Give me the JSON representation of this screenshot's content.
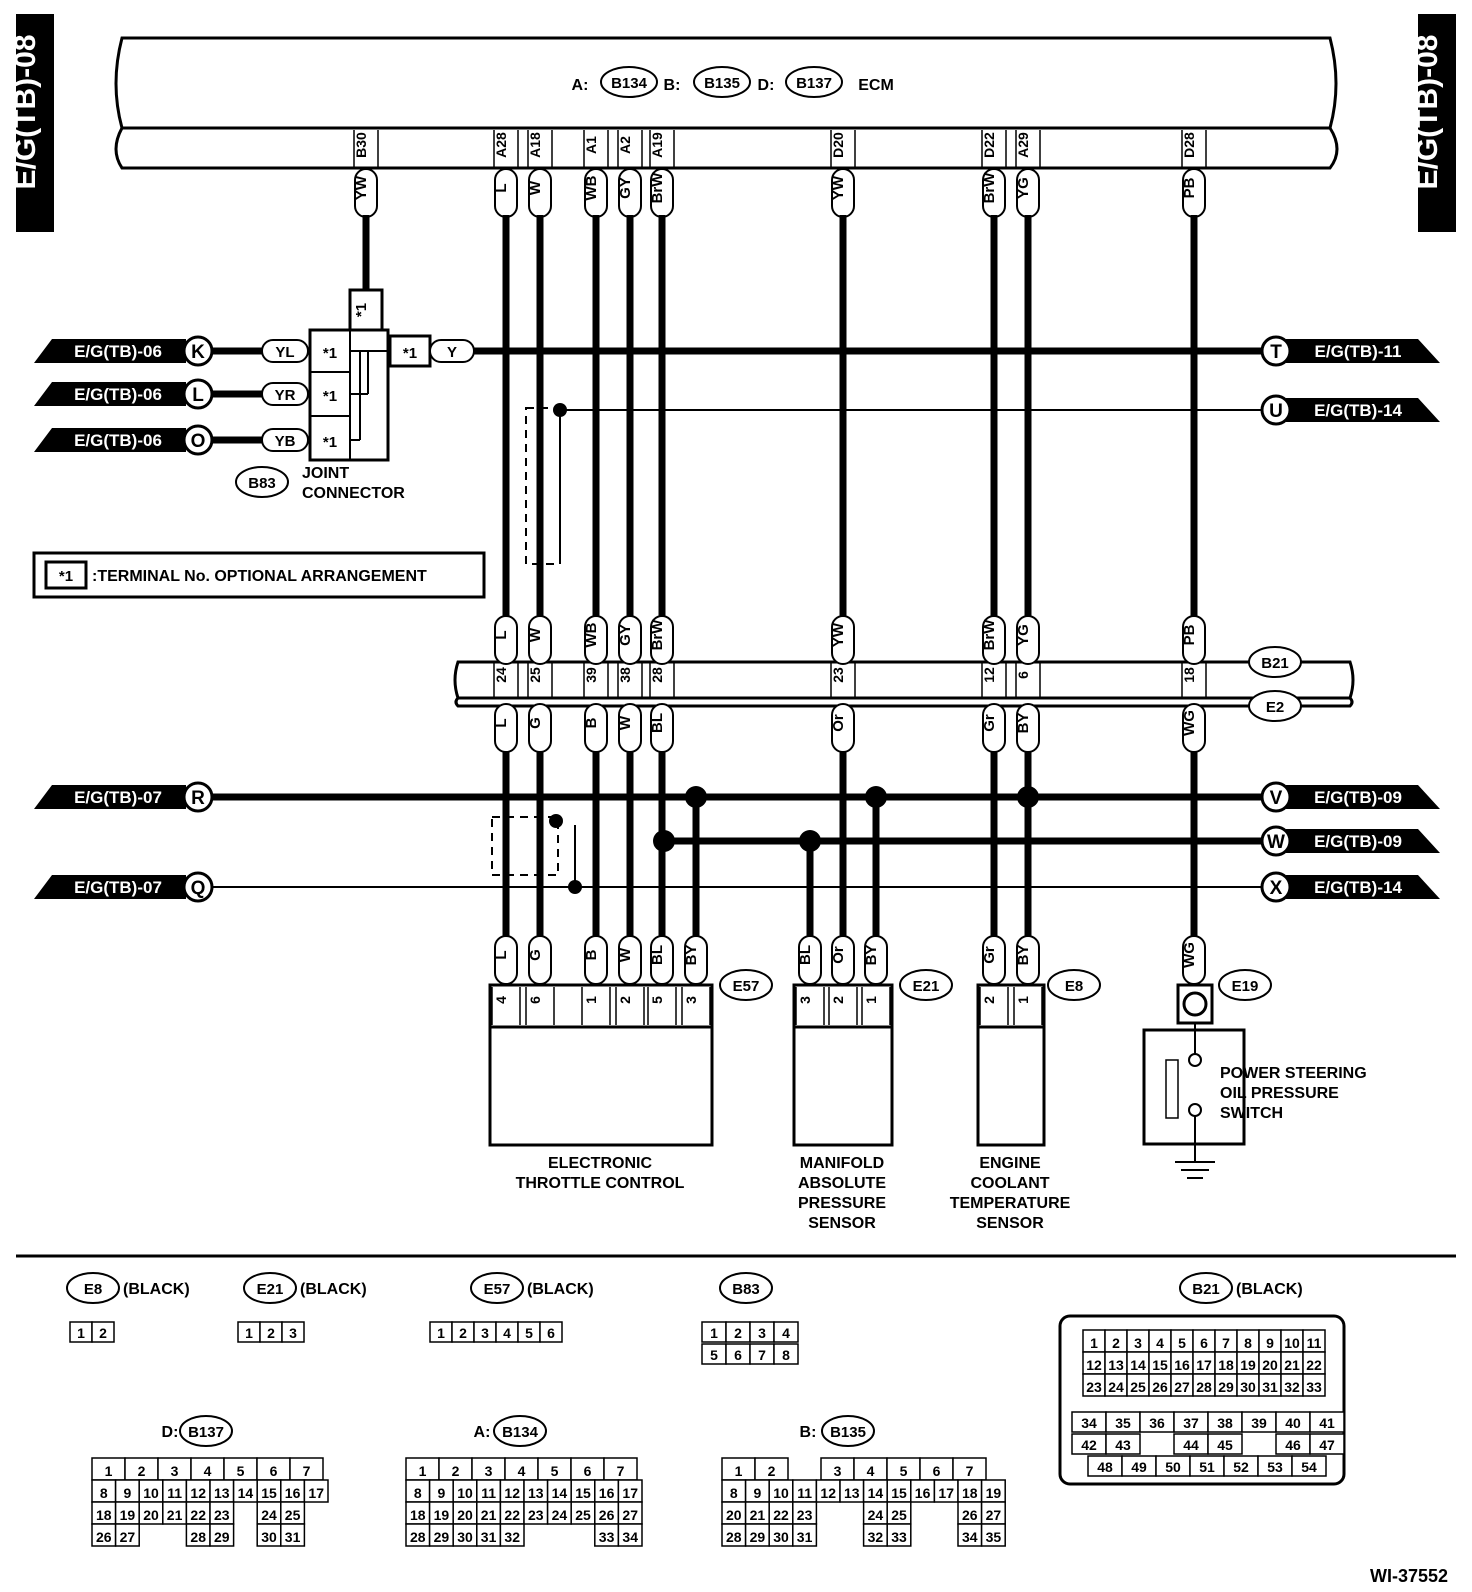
{
  "side_labels": {
    "left": "E/G(TB)-08",
    "right": "E/G(TB)-08"
  },
  "ecm": {
    "prefix_a": "A:",
    "a": "B134",
    "prefix_b": "B:",
    "b": "B135",
    "prefix_d": "D:",
    "d": "B137",
    "name": "ECM"
  },
  "pins": [
    "B30",
    "A28",
    "A18",
    "A1",
    "A2",
    "A19",
    "D20",
    "D22",
    "A29",
    "D28"
  ],
  "ecm_wires": [
    "YW",
    "L",
    "W",
    "WB",
    "GY",
    "BrW",
    "YW",
    "BrW",
    "YG",
    "PB"
  ],
  "b21_top_wires": [
    "L",
    "W",
    "WB",
    "GY",
    "BrW",
    "YW",
    "BrW",
    "YG",
    "PB"
  ],
  "b21_terms": [
    "24",
    "25",
    "39",
    "38",
    "28",
    "23",
    "12",
    "6",
    "18"
  ],
  "b21_bottom_wires": [
    "L",
    "G",
    "B",
    "W",
    "BL",
    "Or",
    "Gr",
    "BY",
    "WG"
  ],
  "b21": "B21",
  "e2": "E2",
  "left_refs": [
    {
      "text": "E/G(TB)-06",
      "letter": "K",
      "wire": "YL"
    },
    {
      "text": "E/G(TB)-06",
      "letter": "L",
      "wire": "YR"
    },
    {
      "text": "E/G(TB)-06",
      "letter": "O",
      "wire": "YB"
    },
    {
      "text": "E/G(TB)-07",
      "letter": "R"
    },
    {
      "text": "E/G(TB)-07",
      "letter": "Q"
    }
  ],
  "right_refs": [
    {
      "text": "E/G(TB)-11",
      "letter": "T"
    },
    {
      "text": "E/G(TB)-14",
      "letter": "U"
    },
    {
      "text": "E/G(TB)-09",
      "letter": "V"
    },
    {
      "text": "E/G(TB)-09",
      "letter": "W"
    },
    {
      "text": "E/G(TB)-14",
      "letter": "X"
    }
  ],
  "star": "*1",
  "joint": {
    "code": "B83",
    "label1": "JOINT",
    "label2": "CONNECTOR",
    "y_wire": "Y"
  },
  "note": ":TERMINAL No. OPTIONAL ARRANGEMENT",
  "e57": {
    "code": "E57",
    "wires": [
      "L",
      "G",
      "B",
      "W",
      "BL",
      "BY"
    ],
    "terms": [
      "4",
      "6",
      "1",
      "2",
      "5",
      "3"
    ],
    "label1": "ELECTRONIC",
    "label2": "THROTTLE CONTROL"
  },
  "e21": {
    "code": "E21",
    "wires": [
      "BL",
      "Or",
      "BY"
    ],
    "terms": [
      "3",
      "2",
      "1"
    ],
    "label1": "MANIFOLD",
    "label2": "ABSOLUTE",
    "label3": "PRESSURE",
    "label4": "SENSOR"
  },
  "e8": {
    "code": "E8",
    "wires": [
      "Gr",
      "BY"
    ],
    "terms": [
      "2",
      "1"
    ],
    "label1": "ENGINE",
    "label2": "COOLANT",
    "label3": "TEMPERATURE",
    "label4": "SENSOR"
  },
  "e19": {
    "code": "E19",
    "wire": "WG",
    "label1": "POWER STEERING",
    "label2": "OIL PRESSURE",
    "label3": "SWITCH"
  },
  "legend": {
    "black": "(BLACK)",
    "e8": "E8",
    "e21": "E21",
    "e57": "E57",
    "b83": "B83",
    "b21": "B21",
    "d_prefix": "D:",
    "d": "B137",
    "a_prefix": "A:",
    "a": "B134",
    "b_prefix": "B:",
    "b": "B135"
  },
  "figure_id": "WI-37552"
}
